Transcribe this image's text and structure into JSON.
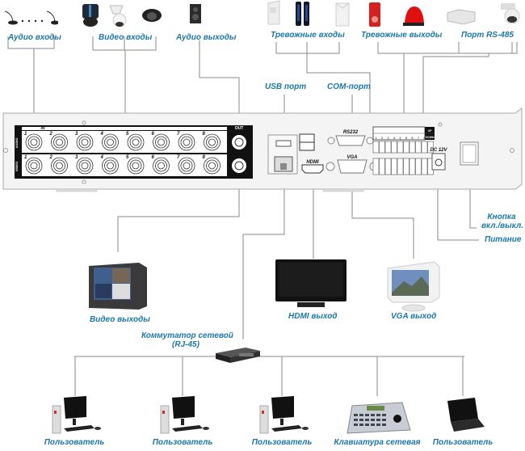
{
  "diagram": {
    "type": "DVR rear panel connection diagram",
    "accent_color": "#1b78a8",
    "line_color": "#777777",
    "top_labels": {
      "audio_inputs": "Аудио входы",
      "video_inputs": "Видео входы",
      "audio_outputs": "Аудио выходы",
      "alarm_inputs": "Тревожные входы",
      "alarm_outputs": "Тревожные выходы",
      "rs485_port": "Порт RS-485"
    },
    "mid_labels": {
      "usb_port": "USB порт",
      "com_port": "COM-порт",
      "power_button_line1": "Кнопка",
      "power_button_line2": "вкл./выкл.",
      "power": "Питание"
    },
    "panel": {
      "in_header": "IN",
      "out_header": "OUT",
      "audio_row": "AUDIO",
      "video_row": "VIDEO",
      "channel_numbers": [
        "1",
        "2",
        "3",
        "4",
        "5",
        "6",
        "7",
        "8"
      ],
      "rs232": "RS232",
      "vga": "VGA",
      "hdmi": "HDMI",
      "dc": "DC 12V",
      "up": "UP",
      "down": "DOWN",
      "terminal_numbers": [
        "1",
        "2",
        "3",
        "4",
        "⏚",
        "5",
        "6",
        "7",
        "8",
        "⏚"
      ],
      "terminal_ab": [
        "A",
        "B"
      ]
    },
    "outputs": {
      "video_out": "Видео выходы",
      "hdmi_out": "HDMI выход",
      "vga_out": "VGA выход"
    },
    "network": {
      "switch_line1": "Коммутатор сетевой",
      "switch_line2": "(RJ-45)",
      "clients": [
        {
          "label": "Пользователь",
          "icon": "desktop-pc-icon"
        },
        {
          "label": "Пользователь",
          "icon": "desktop-pc-icon"
        },
        {
          "label": "Пользователь",
          "icon": "desktop-pc-icon"
        },
        {
          "label": "Клавиатура сетевая",
          "icon": "ptz-keyboard-icon"
        },
        {
          "label": "Пользователь",
          "icon": "laptop-icon"
        }
      ]
    },
    "devices_top": [
      {
        "name": "microphone",
        "icon": "microphone-icon"
      },
      {
        "name": "speed-dome-camera",
        "icon": "camera-icon"
      },
      {
        "name": "ptz-camera",
        "icon": "camera-icon"
      },
      {
        "name": "dome-camera",
        "icon": "camera-icon"
      },
      {
        "name": "speaker",
        "icon": "speaker-icon"
      },
      {
        "name": "pir-sensor",
        "icon": "motion-sensor-icon"
      },
      {
        "name": "beam-sensor",
        "icon": "beam-sensor-icon"
      },
      {
        "name": "smoke-detector",
        "icon": "smoke-detector-icon"
      },
      {
        "name": "siren",
        "icon": "siren-icon"
      },
      {
        "name": "beacon",
        "icon": "beacon-icon"
      },
      {
        "name": "rs485-decoder",
        "icon": "decoder-box-icon"
      },
      {
        "name": "rs485-ptz-camera",
        "icon": "camera-icon"
      }
    ]
  }
}
